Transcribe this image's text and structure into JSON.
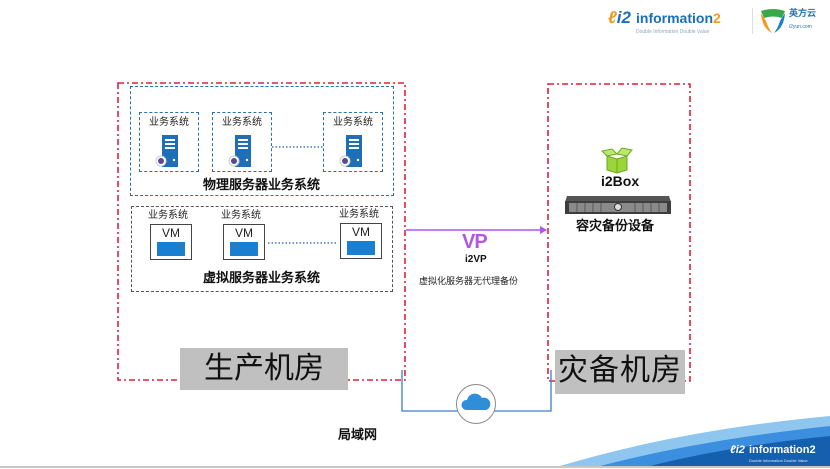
{
  "header": {
    "brand_logo": {
      "mark": "i2",
      "name": "information",
      "name_suffix": "2",
      "tagline": "Double Information Double Value"
    },
    "partner_logo": {
      "name": "英方云",
      "sub": "i2yun.com"
    }
  },
  "production_room": {
    "label": "生产机房",
    "physical_group": {
      "title": "物理服务器业务系统",
      "items": [
        {
          "label": "业务系统",
          "icon": "server-icon"
        },
        {
          "label": "业务系统",
          "icon": "server-icon"
        },
        {
          "label": "业务系统",
          "icon": "server-icon"
        }
      ]
    },
    "virtual_group": {
      "title": "虚拟服务器业务系统",
      "items": [
        {
          "label": "业务系统",
          "vm": "VM"
        },
        {
          "label": "业务系统",
          "vm": "VM"
        },
        {
          "label": "业务系统",
          "vm": "VM"
        }
      ]
    }
  },
  "replication": {
    "logo_text": "VP",
    "product": "i2VP",
    "description": "虚拟化服务器无代理备份",
    "arrow_color": "#b057e8"
  },
  "dr_room": {
    "label": "灾备机房",
    "product": "i2Box",
    "device_label": "容灾备份设备",
    "icons": [
      "box-icon",
      "rack-server-icon"
    ]
  },
  "network": {
    "label": "局域网",
    "icon": "cloud-icon"
  },
  "footer": {
    "logo": {
      "mark": "i2",
      "name": "information",
      "name_suffix": "2",
      "tagline": "Double Information Double Value"
    }
  },
  "colors": {
    "room_border": "#e0203c",
    "physical_border": "#2a6fb0",
    "accent_blue": "#1a7fd0",
    "vp_purple": "#b057e8",
    "label_bg": "#c0c0c0"
  }
}
